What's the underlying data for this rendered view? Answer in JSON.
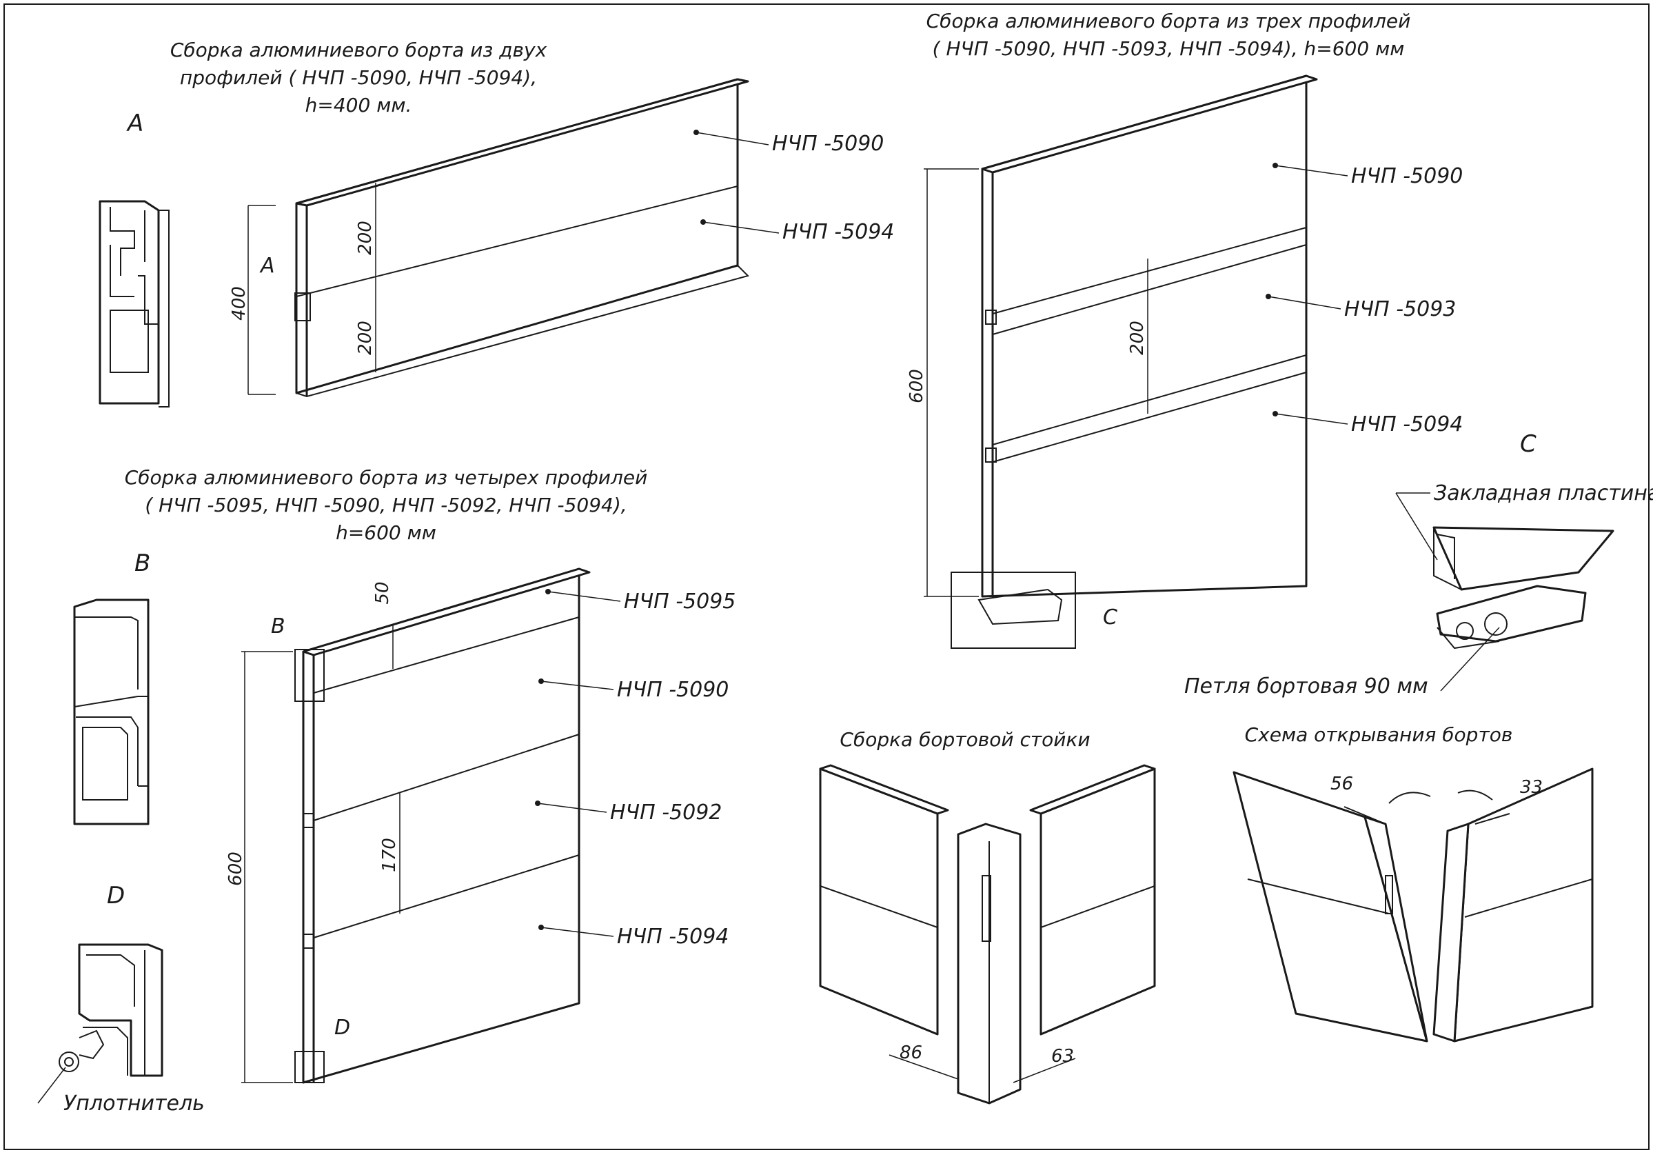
{
  "titles": {
    "two_profiles": [
      "Сборка алюминиевого борта из двух",
      "профилей  ( НЧП -5090,  НЧП -5094),",
      "h=400  мм."
    ],
    "three_profiles": [
      "Сборка алюминиевого борта из трех профилей",
      "( НЧП -5090,  НЧП -5093,  НЧП -5094), h=600  мм"
    ],
    "four_profiles": [
      "Сборка алюминиевого борта из четырех профилей",
      "( НЧП -5095,  НЧП -5090,  НЧП -5092,  НЧП -5094),",
      "h=600  мм"
    ],
    "post_assembly": "Сборка бортовой стойки",
    "opening_scheme": "Схема открывания бортов"
  },
  "detail_letters": {
    "a": "A",
    "b": "B",
    "c": "C",
    "d": "D"
  },
  "labels": {
    "p5090": "НЧП -5090",
    "p5094": "НЧП -5094",
    "p5093": "НЧП -5093",
    "p5095": "НЧП -5095",
    "p5092": "НЧП -5092",
    "embedded_plate": "Закладная пластина",
    "hinge": "Петля бортовая  90  мм",
    "seal": "Уплотнитель"
  },
  "dimensions": {
    "h400": "400",
    "d200": "200",
    "h600": "600",
    "d50": "50",
    "d170": "170",
    "d86": "86",
    "d63": "63",
    "d56": "56",
    "d33": "33"
  }
}
